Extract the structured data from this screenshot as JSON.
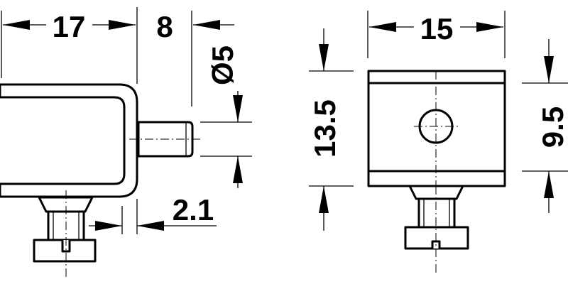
{
  "dimensions": {
    "left_width": "17",
    "pin_length": "8",
    "pin_diameter": "Ø5",
    "screw_offset": "2.1",
    "right_width": "15",
    "total_height": "13.5",
    "inner_height": "9.5"
  },
  "colors": {
    "line": "#000000",
    "fill": "#ffffff"
  }
}
